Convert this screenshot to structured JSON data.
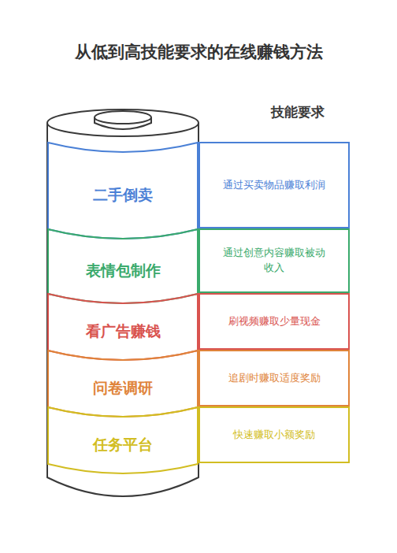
{
  "diagram": {
    "title": "从低到高技能要求的在线赚钱方法",
    "nodes": [
      {
        "text": [
          "二手倒卖"
        ]
      },
      {
        "text": [
          "通过买卖物品赚取利润"
        ]
      },
      {
        "text": [
          "表情包制作"
        ]
      },
      {
        "text": [
          "通过创意内容赚取被动收入"
        ]
      },
      {
        "text": [
          "看广告赚钱"
        ]
      },
      {
        "text": [
          "刷视频赚取少量现金"
        ]
      },
      {
        "text": [
          "问卷调研"
        ]
      },
      {
        "text": [
          "追剧时赚取适度奖励"
        ]
      },
      {
        "text": [
          "任务平台"
        ]
      },
      {
        "text": [
          "快速赚取小额奖励"
        ]
      }
    ],
    "labels": [
      "技能要求"
    ]
  }
}
